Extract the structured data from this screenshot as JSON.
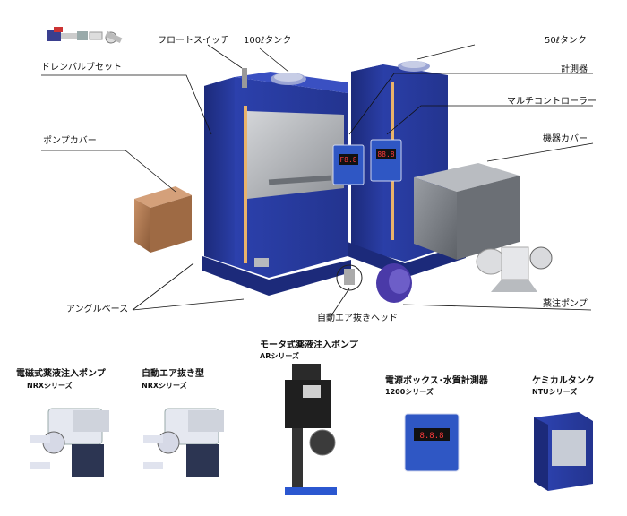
{
  "callouts": {
    "drain_valve_set": "ドレンバルブセット",
    "float_switch": "フロートスイッチ",
    "tank_100": "100ℓタンク",
    "tank_50": "50ℓタンク",
    "meter": "計測器",
    "multi_controller": "マルチコントローラー",
    "pump_cover": "ポンプカバー",
    "equipment_cover": "機器カバー",
    "angle_base": "アングルベース",
    "auto_air_vent_head": "自動エア抜きヘッド",
    "chemical_pump": "薬注ポンプ"
  },
  "products": [
    {
      "title": "電磁式薬液注入ポンプ",
      "series": "NRXシリーズ"
    },
    {
      "title": "自動エア抜き型",
      "series": "NRXシリーズ"
    },
    {
      "title": "モータ式薬液注入ポンプ",
      "series": "ARシリーズ"
    },
    {
      "title": "電源ボックス･水質計測器",
      "series": "1200シリーズ"
    },
    {
      "title": "ケミカルタンク",
      "series": "NTUシリーズ"
    }
  ],
  "meter_display": {
    "left": "F8.8",
    "right": "88.8",
    "box": "8.8.8"
  },
  "colors": {
    "tank_blue": "#2b3fa8",
    "tank_dark": "#1c2a7a",
    "steel": "#a9acb1",
    "copper": "#b07a4f"
  }
}
